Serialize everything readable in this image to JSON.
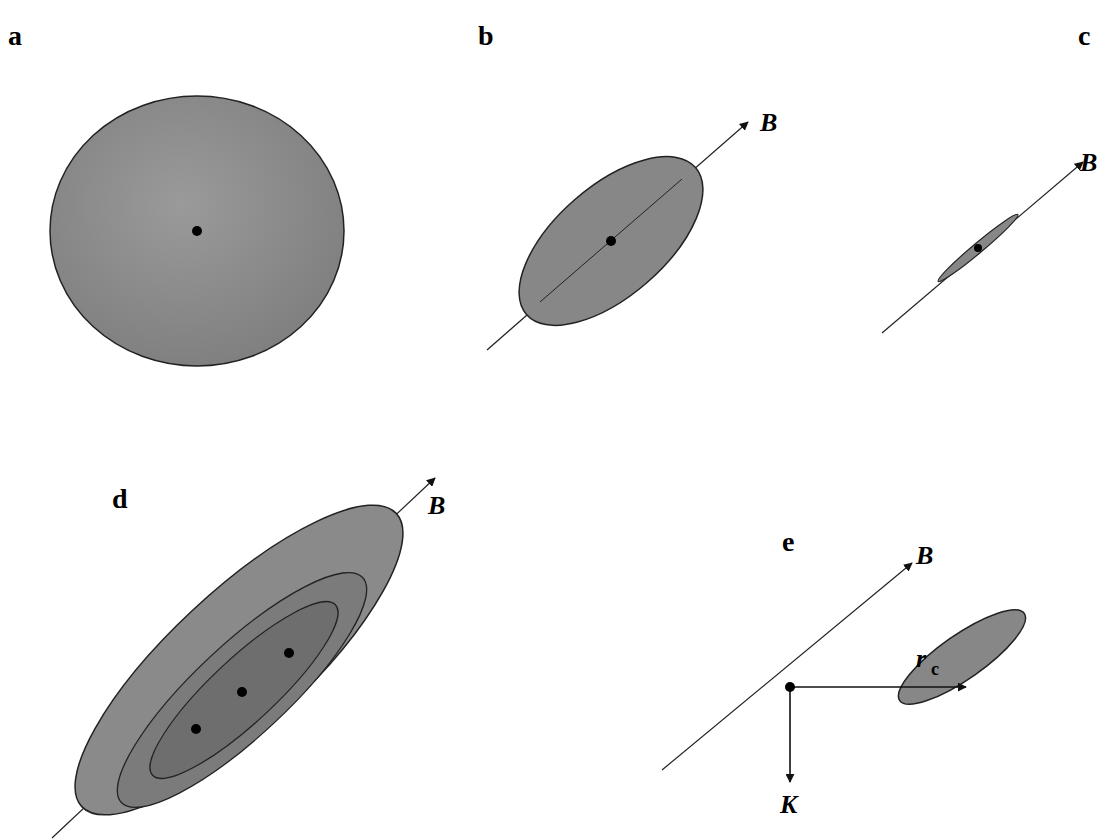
{
  "diagram": {
    "labels": [
      "a",
      "b",
      "c",
      "B",
      "B",
      "d",
      "B",
      "e",
      "B",
      "r",
      "c",
      "K"
    ]
  }
}
